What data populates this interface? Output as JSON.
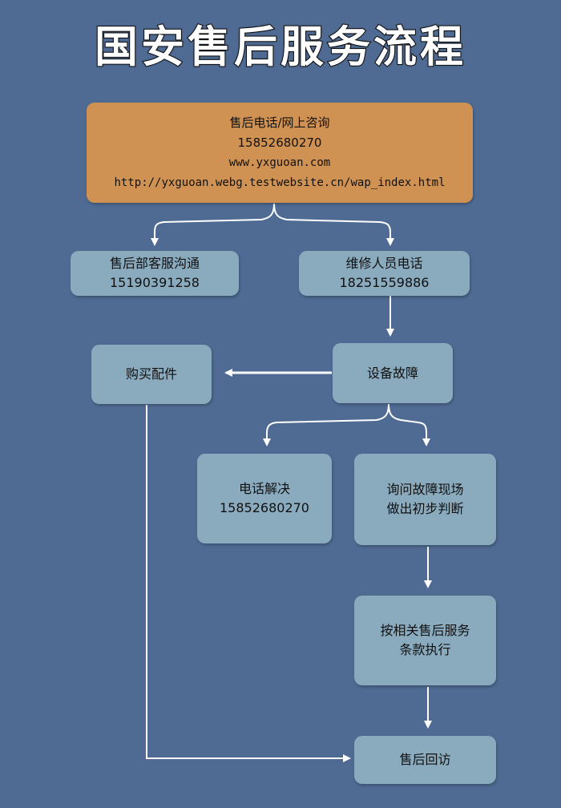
{
  "title": "国安售后服务流程",
  "nodes": {
    "hotline": {
      "line1": "售后电话/网上咨询",
      "line2": "15852680270",
      "line3": "www.yxguoan.com",
      "line4": "http://yxguoan.webg.testwebsite.cn/wap_index.html"
    },
    "customer_service": {
      "line1": "售后部客服沟通",
      "line2": "15190391258"
    },
    "repair_phone": {
      "line1": "维修人员电话",
      "line2": "18251559886"
    },
    "buy_parts": {
      "line1": "购买配件"
    },
    "device_fault": {
      "line1": "设备故障"
    },
    "phone_solve": {
      "line1": "电话解决",
      "line2": "15852680270"
    },
    "inquire": {
      "line1": "询问故障现场",
      "line2": "做出初步判断"
    },
    "terms": {
      "line1": "按相关售后服务",
      "line2": "条款执行"
    },
    "followup": {
      "line1": "售后回访"
    }
  },
  "colors": {
    "background": "#4f6b93",
    "box_blue": "#8aaabe",
    "box_orange": "#d09253",
    "arrow": "#ffffff"
  }
}
